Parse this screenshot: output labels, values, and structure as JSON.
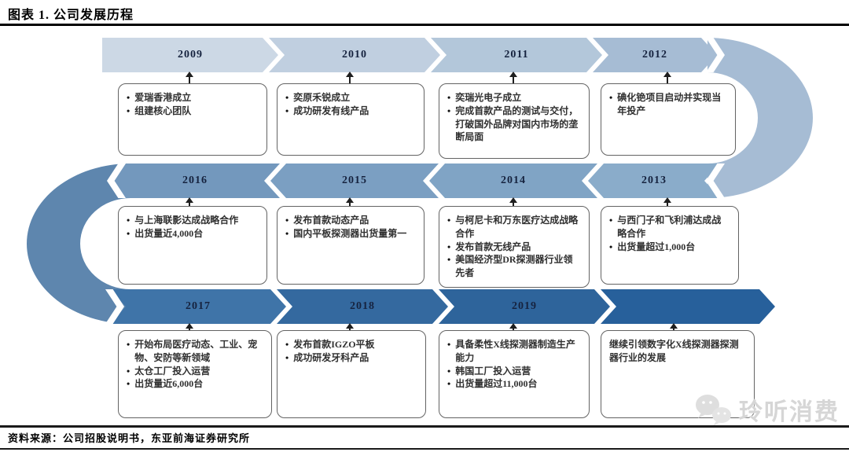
{
  "header": {
    "title": "图表 1.  公司发展历程"
  },
  "footer": {
    "source": "资料来源：公司招股说明书，东亚前海证券研究所"
  },
  "watermark": {
    "text": "玲听消费",
    "icon": "wechat-icon"
  },
  "colors": {
    "row1": [
      "#ccd8e5",
      "#c0cfe0",
      "#b3c7da",
      "#a6bcd4"
    ],
    "row1_curve": "#a6bcd4",
    "row2": [
      "#8aacca",
      "#80a4c5",
      "#7b9fc2",
      "#7398bd"
    ],
    "row2_curve": "#5e86ae",
    "row3": [
      "#3f74a8",
      "#34699f",
      "#2e649b",
      "#27609b"
    ]
  },
  "milestones": {
    "y2009": {
      "year": "2009",
      "bullets": [
        "爱瑞香港成立",
        "组建核心团队"
      ]
    },
    "y2010": {
      "year": "2010",
      "bullets": [
        "奕原禾锐成立",
        "成功研发有线产品"
      ]
    },
    "y2011": {
      "year": "2011",
      "bullets": [
        "奕瑞光电子成立",
        "完成首款产品的测试与交付，打破国外品牌对国内市场的垄断局面"
      ]
    },
    "y2012": {
      "year": "2012",
      "bullets": [
        "碘化铯项目启动并实现当年投产"
      ]
    },
    "y2013": {
      "year": "2013",
      "bullets": [
        "与西门子和飞利浦达成战略合作",
        "出货量超过1,000台"
      ]
    },
    "y2014": {
      "year": "2014",
      "bullets": [
        "与柯尼卡和万东医疗达成战略合作",
        "发布首款无线产品",
        "美国经济型DR探测器行业领先者"
      ]
    },
    "y2015": {
      "year": "2015",
      "bullets": [
        "发布首款动态产品",
        "国内平板探测器出货量第一"
      ]
    },
    "y2016": {
      "year": "2016",
      "bullets": [
        "与上海联影达成战略合作",
        "出货量近4,000台"
      ]
    },
    "y2017": {
      "year": "2017",
      "bullets": [
        "开始布局医疗动态、工业、宠物、安防等新领域",
        "太仓工厂投入运营",
        "出货量近6,000台"
      ]
    },
    "y2018": {
      "year": "2018",
      "bullets": [
        "发布首款IGZO平板",
        "成功研发牙科产品"
      ]
    },
    "y2019": {
      "year": "2019",
      "bullets": [
        "具备柔性X线探测器制造生产能力",
        "韩国工厂投入运营",
        "出货量超过11,000台"
      ]
    },
    "future": {
      "note": "继续引领数字化X线探测器探测器行业的发展"
    }
  }
}
